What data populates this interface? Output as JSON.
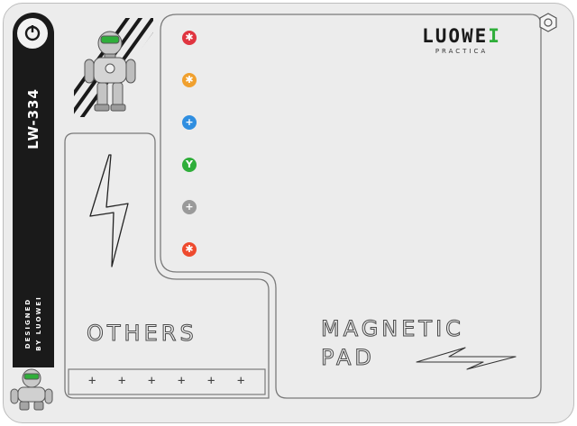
{
  "brand": {
    "name_main": "LUOWE",
    "name_accent": "I",
    "subtitle": "PRACTICA"
  },
  "model": "LW-334",
  "credit": {
    "line1": "DESIGNED",
    "line2": "BY LUOWEI"
  },
  "labels": {
    "others": "OTHERS",
    "magnetic": "MAGNETIC",
    "pad": "PAD"
  },
  "screw_slots": [
    {
      "name": "screw-slot-red",
      "color": "#e03540",
      "glyph": "✱"
    },
    {
      "name": "screw-slot-orange",
      "color": "#f0a02e",
      "glyph": "✱"
    },
    {
      "name": "screw-slot-blue",
      "color": "#2f8ee0",
      "glyph": "+"
    },
    {
      "name": "screw-slot-green",
      "color": "#2fae3a",
      "glyph": "Y"
    },
    {
      "name": "screw-slot-gray",
      "color": "#9a9a9a",
      "glyph": "+"
    },
    {
      "name": "screw-slot-red-orange",
      "color": "#ee4a2e",
      "glyph": "✱"
    }
  ],
  "ruler_marks": [
    "+",
    "+",
    "+",
    "+",
    "+",
    "+"
  ],
  "colors": {
    "pad_background": "#ececec",
    "sidebar": "#1a1a1a",
    "outline": "#7a7a7a",
    "brand_accent": "#2fae3a"
  },
  "icons": [
    "power-icon",
    "hex-nut-icon",
    "lightning-bolt-icon",
    "robot-mascot-icon"
  ]
}
